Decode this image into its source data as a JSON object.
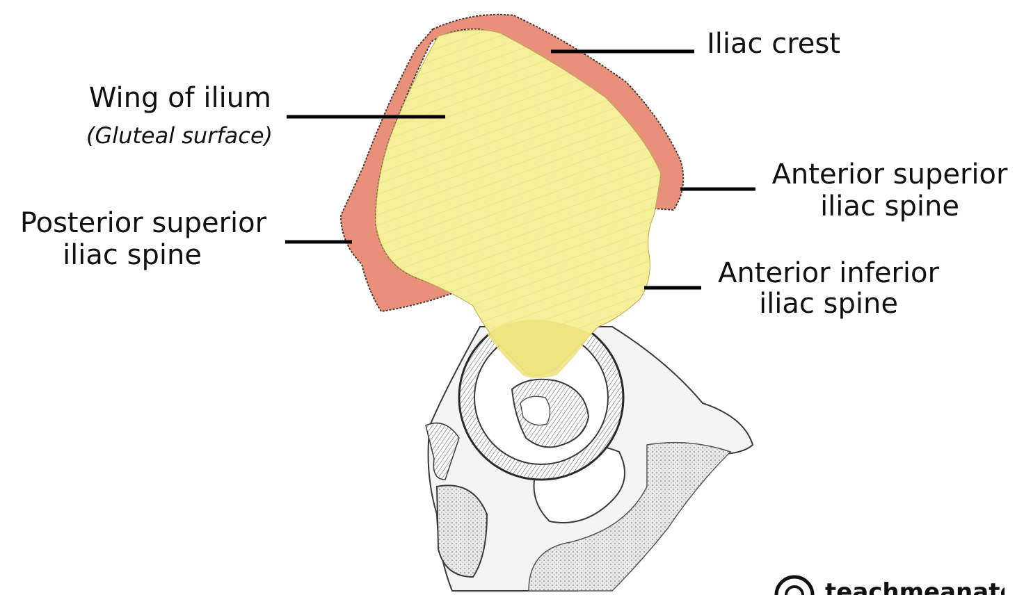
{
  "labels": {
    "iliac_crest": "Iliac crest",
    "wing_of_ilium": "Wing of ilium",
    "wing_subtitle": "(Gluteal surface)",
    "psis_line1": "Posterior superior",
    "psis_line2": "iliac spine",
    "asis_line1": "Anterior superior",
    "asis_line2": "iliac spine",
    "aiis_line1": "Anterior inferior",
    "aiis_line2": "iliac spine"
  },
  "watermark": {
    "text": "teachmeanatomy"
  },
  "colors": {
    "iliac_crest_fill": "#e8907a",
    "wing_fill": "#f6ef9a",
    "leader_line": "#000000",
    "bone_outline": "#3a3a3a",
    "bone_shading": "#c9c9c9"
  }
}
